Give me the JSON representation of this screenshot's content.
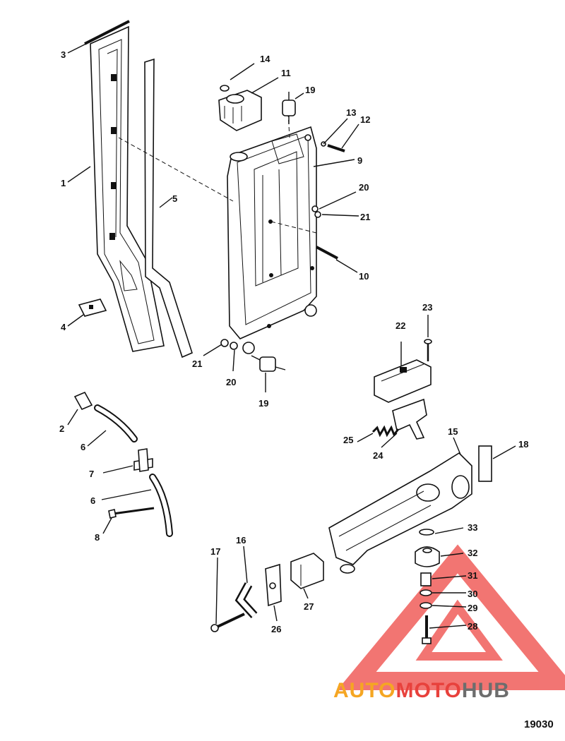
{
  "diagram": {
    "callouts": {
      "c1": "1",
      "c2": "2",
      "c3": "3",
      "c4": "4",
      "c5": "5",
      "c6a": "6",
      "c6b": "6",
      "c7": "7",
      "c8": "8",
      "c9": "9",
      "c10": "10",
      "c11": "11",
      "c12": "12",
      "c13": "13",
      "c14": "14",
      "c15": "15",
      "c16": "16",
      "c17": "17",
      "c18": "18",
      "c19a": "19",
      "c19b": "19",
      "c20a": "20",
      "c20b": "20",
      "c21a": "21",
      "c21b": "21",
      "c22": "22",
      "c23": "23",
      "c24": "24",
      "c25": "25",
      "c26": "26",
      "c27": "27",
      "c28": "28",
      "c29": "29",
      "c30": "30",
      "c31": "31",
      "c32": "32",
      "c33": "33"
    },
    "figure_number": "19030"
  },
  "watermark": {
    "part1": "AUTO",
    "part2": "MOTO",
    "part3": "HUB",
    "colors": {
      "orange": "#f5a623",
      "red": "#e8413c",
      "gray": "#6d6d6d",
      "triangle": "#e8413c"
    }
  }
}
